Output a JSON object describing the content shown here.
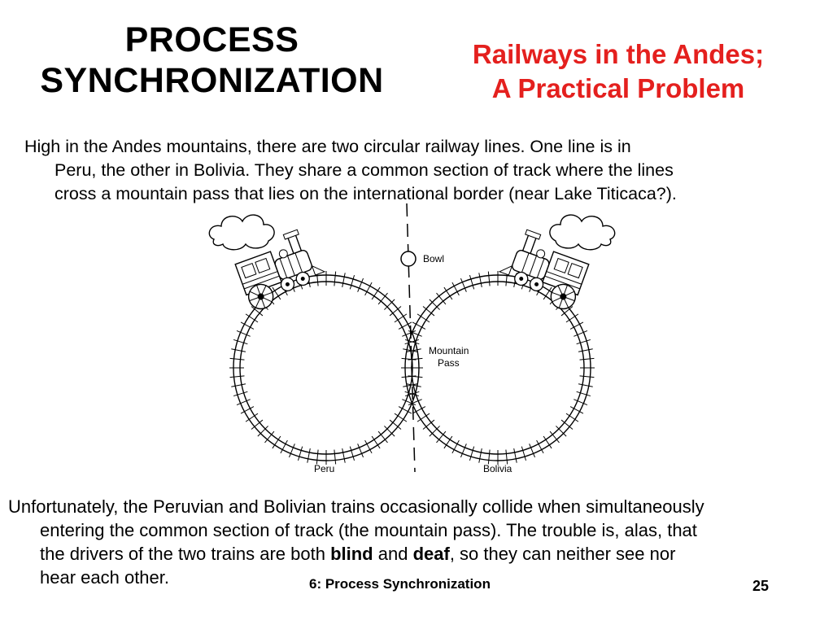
{
  "header": {
    "title_line1": "PROCESS",
    "title_line2": "SYNCHRONIZATION",
    "subtitle_line1": "Railways in the Andes;",
    "subtitle_line2": "A Practical Problem"
  },
  "intro": {
    "line1": "High in the Andes mountains, there are two circular railway lines.  One line is in",
    "line2": "Peru, the other in Bolivia.  They share a common section of track where the lines",
    "line3": "cross a mountain pass that lies on the international border (near Lake Titicaca?)."
  },
  "figure": {
    "bowl_label": "Bowl",
    "pass_label_line1": "Mountain",
    "pass_label_line2": "Pass",
    "left_label": "Peru",
    "right_label": "Bolivia"
  },
  "outro": {
    "line1": "Unfortunately, the Peruvian and Bolivian trains occasionally collide when simultaneously",
    "line2": "entering the common section of track (the mountain pass).  The trouble is, alas, that",
    "line3_pre": "the drivers of the two trains are both ",
    "line3_bold1": "blind",
    "line3_mid": " and ",
    "line3_bold2": "deaf",
    "line3_post": ", so they can neither see nor",
    "line4": "hear each other."
  },
  "footer": {
    "text": "6: Process Synchronization",
    "page": "25"
  },
  "colors": {
    "subtitle": "#e4201e",
    "text": "#000000"
  }
}
